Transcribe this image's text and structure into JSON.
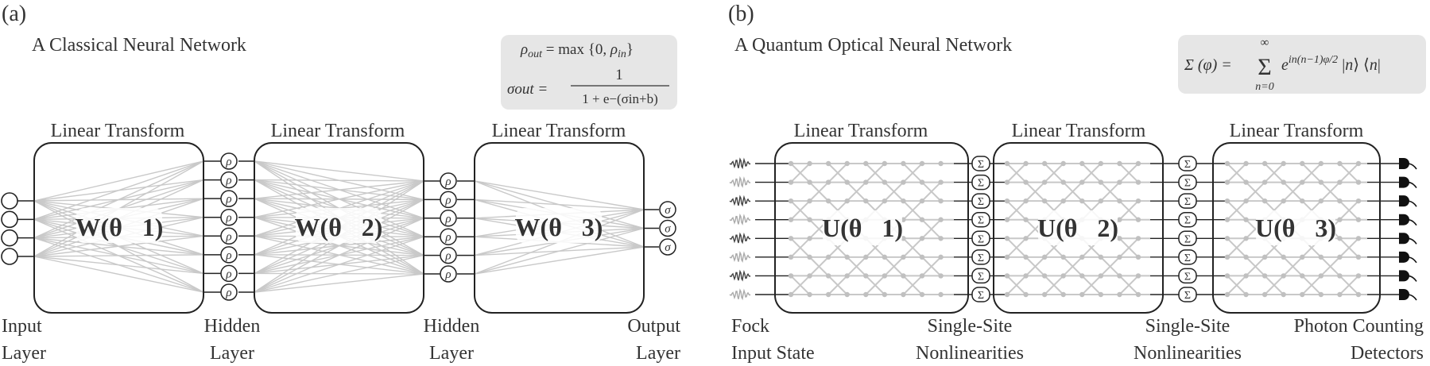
{
  "panel_a": {
    "tag": "(a)",
    "title": "A Classical Neural Network",
    "formula_line1": "ρout = max {0, ρin}",
    "formula_line2_lhs": "σout =",
    "formula_line2_num": "1",
    "formula_line2_den": "1 + e−(σin+b)",
    "blocks": [
      {
        "header": "Linear Transform",
        "label": "W(θ⃗1)"
      },
      {
        "header": "Linear Transform",
        "label": "W(θ⃗2)"
      },
      {
        "header": "Linear Transform",
        "label": "W(θ⃗3)"
      }
    ],
    "rho_symbol": "ρ",
    "sigma_symbol": "σ",
    "layer_labels": [
      {
        "line1": "Input",
        "line2": "Layer"
      },
      {
        "line1": "Hidden",
        "line2": "Layer"
      },
      {
        "line1": "Hidden",
        "line2": "Layer"
      },
      {
        "line1": "Output",
        "line2": "Layer"
      }
    ]
  },
  "panel_b": {
    "tag": "(b)",
    "title": "A Quantum Optical Neural Network",
    "formula": "Σ(φ) = Σ∞n=0 ein(n−1)φ/2 |n⟩⟨n|",
    "formula_lhs": "Σ (φ) =",
    "formula_sum_top": "∞",
    "formula_sum_bottom": "n=0",
    "formula_body": "e^{in(n−1)φ/2} |n⟩ ⟨n|",
    "blocks": [
      {
        "header": "Linear Transform",
        "label": "U(θ⃗1)"
      },
      {
        "header": "Linear Transform",
        "label": "U(θ⃗2)"
      },
      {
        "header": "Linear Transform",
        "label": "U(θ⃗3)"
      }
    ],
    "sigma_node_symbol": "Σ",
    "bottom_labels": [
      {
        "line1": "Fock",
        "line2": "Input State"
      },
      {
        "line1": "Single-Site",
        "line2": "Nonlinearities"
      },
      {
        "line1": "Single-Site",
        "line2": "Nonlinearities"
      },
      {
        "line1": "Photon Counting",
        "line2": "Detectors"
      }
    ]
  }
}
